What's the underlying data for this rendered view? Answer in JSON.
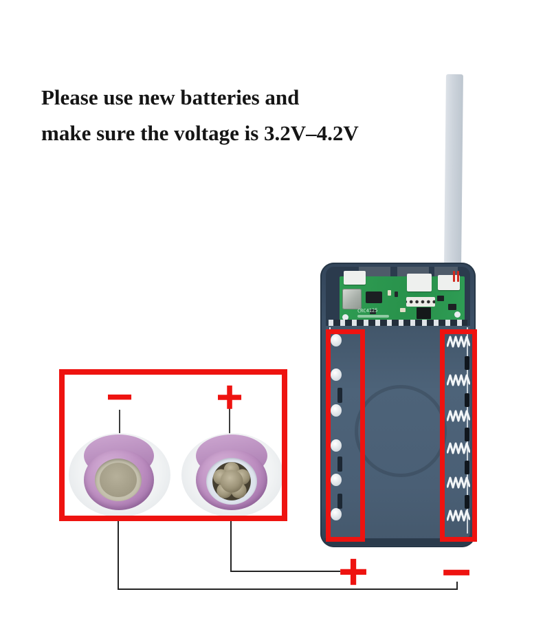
{
  "heading": {
    "line1": "Please use new batteries and",
    "line2": "make sure the voltage is 3.2V–4.2V"
  },
  "battery_closeup": {
    "negative_symbol": "−",
    "positive_symbol": "+"
  },
  "terminal_labels": {
    "positive_symbol": "+",
    "negative_symbol": "−"
  },
  "power_bank": {
    "pcb_silkscreen": "CRC4125",
    "battery_slot_springs": 6,
    "flat_contacts": 6
  },
  "colors": {
    "annotation_red": "#ee1310",
    "case_body": "#3c5066",
    "compartment": "#4d6379",
    "pcb_green": "#2e9c52",
    "battery_wrapper_purple": "#bb8cbf",
    "strap_gray": "#ccd3db",
    "spring_silver": "#f2f5f7"
  }
}
